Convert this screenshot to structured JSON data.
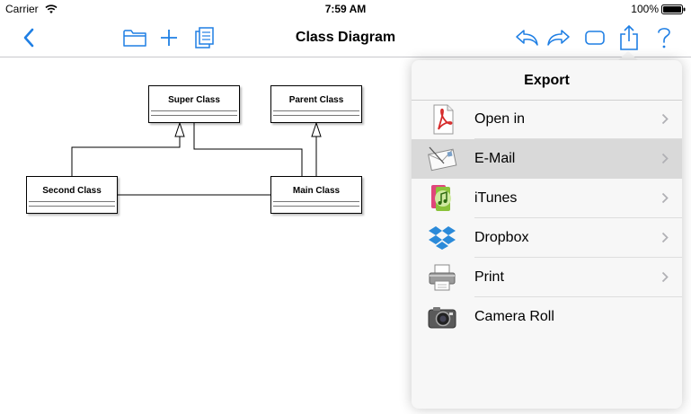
{
  "status_bar": {
    "carrier": "Carrier",
    "time": "7:59 AM",
    "battery": "100%"
  },
  "toolbar": {
    "title": "Class Diagram",
    "accent_color": "#1f7fe4",
    "left_icons": [
      "back-chevron-icon",
      "folder-icon",
      "plus-icon",
      "duplicate-icon"
    ],
    "right_icons": [
      "undo-icon",
      "redo-icon",
      "rounded-rect-icon",
      "share-icon",
      "help-icon"
    ]
  },
  "diagram": {
    "classes": [
      {
        "name": "Super Class"
      },
      {
        "name": "Parent Class"
      },
      {
        "name": "Second Class"
      },
      {
        "name": "Main Class"
      }
    ]
  },
  "export_menu": {
    "title": "Export",
    "items": [
      {
        "label": "Open in",
        "icon": "pdf-icon",
        "has_chevron": true
      },
      {
        "label": "E-Mail",
        "icon": "mail-icon",
        "has_chevron": true,
        "selected": true
      },
      {
        "label": "iTunes",
        "icon": "itunes-icon",
        "has_chevron": true
      },
      {
        "label": "Dropbox",
        "icon": "dropbox-icon",
        "has_chevron": true
      },
      {
        "label": "Print",
        "icon": "printer-icon",
        "has_chevron": true
      },
      {
        "label": "Camera Roll",
        "icon": "camera-icon",
        "has_chevron": false
      }
    ]
  }
}
